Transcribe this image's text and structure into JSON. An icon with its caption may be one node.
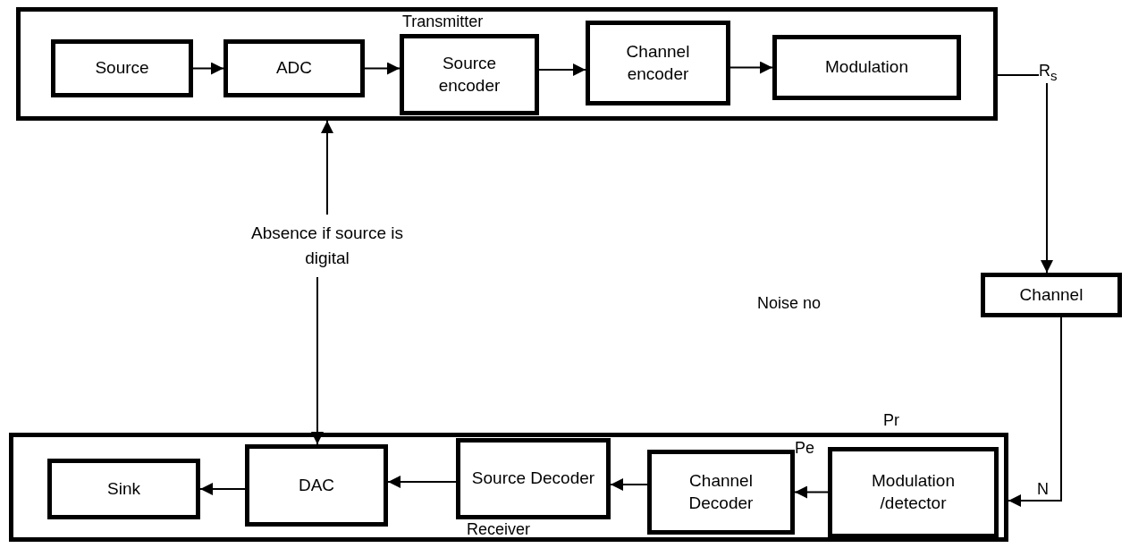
{
  "diagram": {
    "nodes": [
      {
        "text": [
          "Transmitter"
        ]
      },
      {
        "text": [
          "Source"
        ],
        "in": 0
      },
      {
        "text": [
          "ADC"
        ],
        "in": 0
      },
      {
        "text": [
          "Source encoder"
        ],
        "in": 0
      },
      {
        "text": [
          "Channel encoder"
        ],
        "in": 0
      },
      {
        "text": [
          "Modulation"
        ],
        "in": 0
      },
      {
        "text": [
          "Absence if source is digital"
        ]
      },
      {
        "text": [
          "Channel"
        ]
      },
      {
        "text": [
          "Receiver"
        ]
      },
      {
        "text": [
          "Sink"
        ],
        "in": 8
      },
      {
        "text": [
          "DAC"
        ],
        "in": 8
      },
      {
        "text": [
          "Source Decoder"
        ],
        "in": 8
      },
      {
        "text": [
          "Channel Decoder"
        ],
        "in": 8
      },
      {
        "text": [
          "Modulation /detector"
        ],
        "in": 8
      }
    ],
    "edges": [
      {
        "from": 1,
        "to": 2,
        "arrow": "to"
      },
      {
        "from": 2,
        "to": 3,
        "arrow": "to"
      },
      {
        "from": 3,
        "to": 4,
        "arrow": "to"
      },
      {
        "from": 4,
        "to": 5,
        "arrow": "to"
      },
      {
        "from": 0,
        "to": 7,
        "arrow": "to",
        "label": "R$_{s}$"
      },
      {
        "from": 7,
        "to": 8,
        "arrow": "to",
        "label": "N"
      },
      {
        "from": 6,
        "to": 0,
        "arrow": "to"
      },
      {
        "from": 6,
        "to": 10,
        "arrow": "to"
      },
      {
        "from": 13,
        "to": 12,
        "arrow": "to"
      },
      {
        "from": 12,
        "to": 11,
        "arrow": "to"
      },
      {
        "from": 11,
        "to": 10,
        "arrow": "to"
      },
      {
        "from": 10,
        "to": 9,
        "arrow": "to"
      }
    ],
    "labels": [
      "Noise no",
      "Pr",
      "Pe"
    ]
  }
}
